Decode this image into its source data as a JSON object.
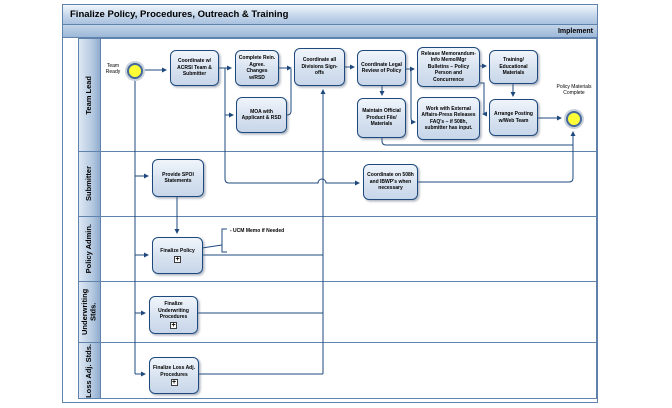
{
  "title": "Finalize Policy, Procedures, Outreach & Training",
  "phase": {
    "label": "Implement"
  },
  "lanes": [
    {
      "label": "Team Lead"
    },
    {
      "label": "Submitter"
    },
    {
      "label": "Policy Admin."
    },
    {
      "label": "Underwriting Stds."
    },
    {
      "label": "Loss Adj. Stds."
    }
  ],
  "nodes": {
    "start_event": {
      "label": "Team Ready"
    },
    "coordinate_acrsi": {
      "label": "Coordinate w/ ACRSI Team & Submitter"
    },
    "complete_rein": {
      "label": "Complete Rein. Agree. Changes w/RSD"
    },
    "moa": {
      "label": "MOA with Applicant & RSD"
    },
    "coordinate_divisions": {
      "label": "Coordinate all Divisions Sign-offs"
    },
    "legal_review": {
      "label": "Coordinate Legal Review of Policy"
    },
    "release_memo": {
      "label": "Release Memorandum-Info Memo/Mgr Bulletins – Policy Person and Concurrence"
    },
    "training": {
      "label": "Training/ Educational Materials"
    },
    "maintain_file": {
      "label": "Maintain Official Product File/ Materials"
    },
    "external_affairs": {
      "label": "Work with External Affairs-Press Releases FAQ's – if 508h, submitter has input."
    },
    "arrange_posting": {
      "label": "Arrange Posting w/Web Team"
    },
    "end_event": {
      "label": "Policy Materials Complete"
    },
    "provide_spoi": {
      "label": "Provide SPOI Statements"
    },
    "coordinate_508h": {
      "label": "Coordinate on 508h and IBWP's when necessary"
    },
    "finalize_policy": {
      "label": "Finalize Policy"
    },
    "finalize_underwriting": {
      "label": "Finalize Underwriting Procedures"
    },
    "finalize_loss_adj": {
      "label": "Finalize Loss Adj. Procedures"
    }
  },
  "annotation": {
    "label": "- UCM Memo if Needed"
  },
  "colors": {
    "connector": "#1f497d",
    "event_fill": "#ffff37",
    "box_fill": "#dce6f1",
    "lane_strip": "#a9c0dc"
  }
}
